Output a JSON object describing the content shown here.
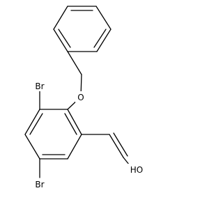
{
  "structure": {
    "atoms": {
      "oxygen": "O",
      "bromine_top": "Br",
      "bromine_bottom": "Br",
      "hydroxyl": "HO"
    }
  }
}
